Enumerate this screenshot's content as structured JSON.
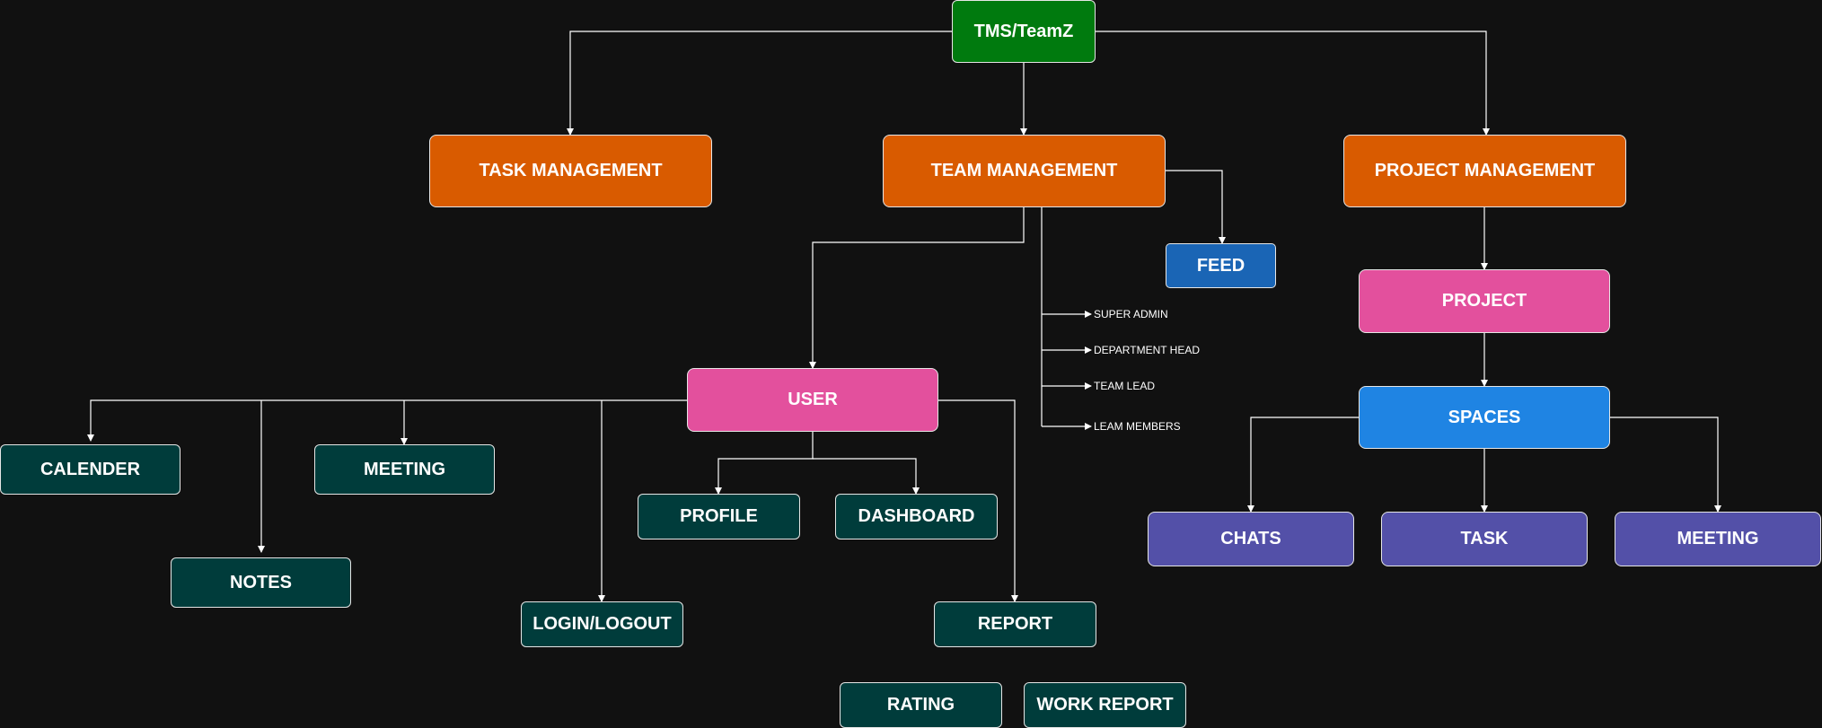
{
  "nodes": {
    "root": "TMS/TeamZ",
    "task_management": "TASK MANAGEMENT",
    "team_management": "TEAM MANAGEMENT",
    "project_management": "PROJECT MANAGEMENT",
    "feed": "FEED",
    "project": "PROJECT",
    "spaces": "SPACES",
    "chats": "CHATS",
    "task": "TASK",
    "spaces_meeting": "MEETING",
    "user": "USER",
    "calender": "CALENDER",
    "meeting": "MEETING",
    "notes": "NOTES",
    "login_logout": "LOGIN/LOGOUT",
    "profile": "PROFILE",
    "dashboard": "DASHBOARD",
    "report": "REPORT",
    "rating": "RATING",
    "work_report": "WORK REPORT"
  },
  "roles": [
    "SUPER ADMIN",
    "DEPARTMENT HEAD",
    "TEAM LEAD",
    "LEAM MEMBERS"
  ],
  "colors": {
    "background": "#111111",
    "root": "#007a0e",
    "management": "#d95b00",
    "user_project": "#e3509d",
    "feed": "#1a65b5",
    "spaces": "#1f84e3",
    "space_items": "#5350a8",
    "leaf": "#003c3b",
    "connector": "#ffffff"
  }
}
